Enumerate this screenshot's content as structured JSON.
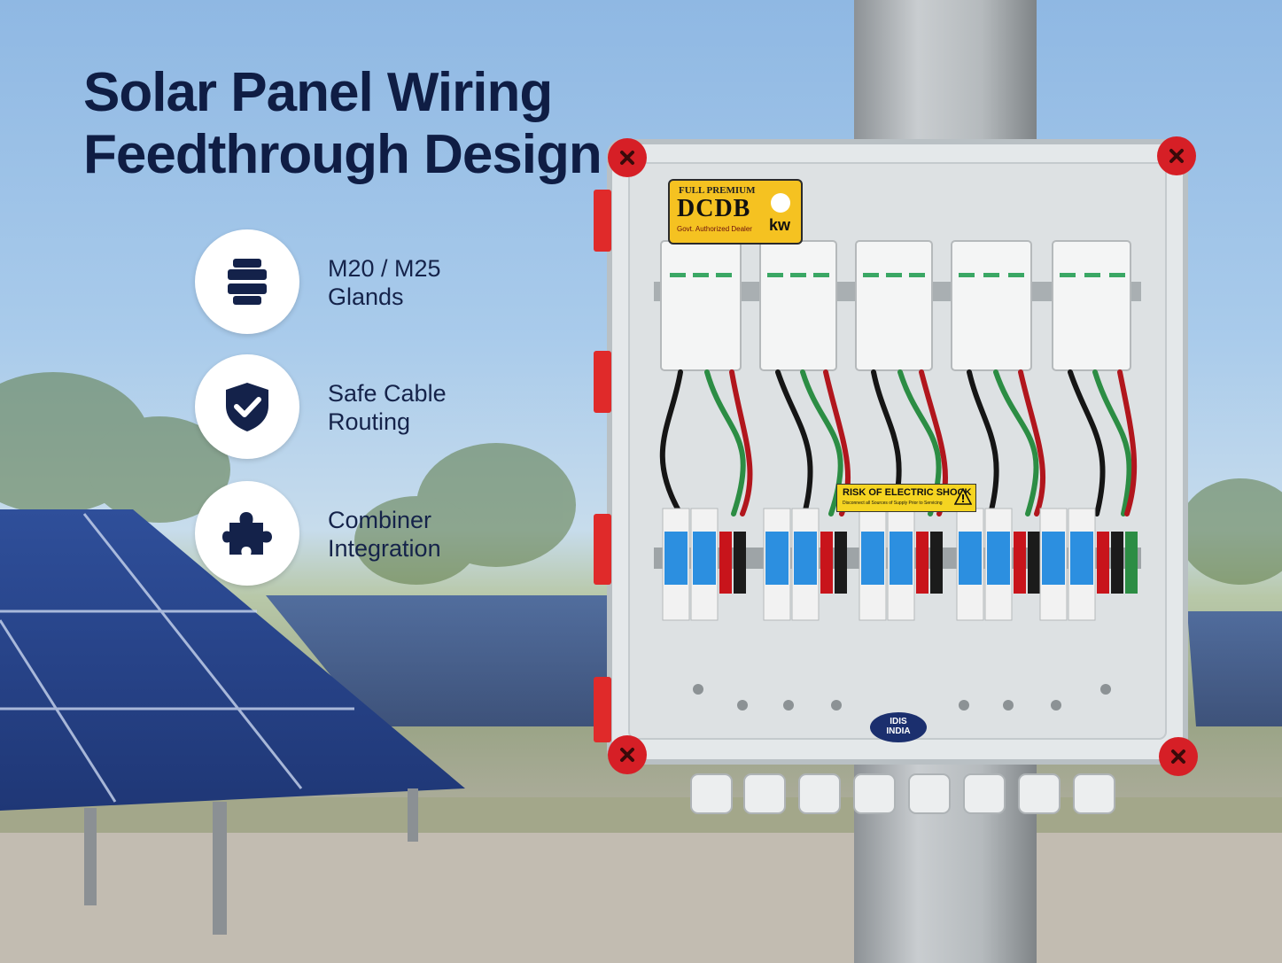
{
  "headline": {
    "line1": "Solar Panel Wiring",
    "line2": "Feedthrough Design"
  },
  "features": [
    {
      "label": "M20 / M25\nGlands",
      "icon": "cable-gland-icon"
    },
    {
      "label": "Safe Cable\nRouting",
      "icon": "shield-check-icon"
    },
    {
      "label": "Combiner\nIntegration",
      "icon": "puzzle-piece-icon"
    }
  ],
  "enclosure_label": {
    "line1": "FULL PREMIUM",
    "brand": "DCDB",
    "unit": "kw",
    "dealer": "Govt. Authorized Dealer"
  },
  "warning_label": {
    "title": "RISK OF ELECTRIC SHOCK",
    "subtitle": "Disconnect all Sources of Supply Prior to Servicing"
  },
  "maker_badge": {
    "line1": "IDIS",
    "line2": "INDIA"
  },
  "colors": {
    "headline": "#0f1d44",
    "icon": "#14224a",
    "enclosure_screw": "#d61f26",
    "breaker_blue": "#2c8fe0",
    "sticker_yellow": "#f5c221"
  }
}
